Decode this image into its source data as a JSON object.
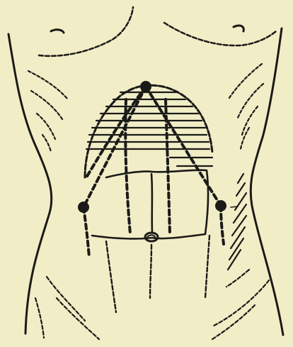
{
  "figure": {
    "background_color": "#f1edc6",
    "ink_color": "#1a1a18",
    "subject": "anterior-abdomen-line-drawing",
    "markers": [
      {
        "name": "xiphoid-point"
      },
      {
        "name": "right-lateral-point"
      },
      {
        "name": "left-lateral-point"
      },
      {
        "name": "umbilicus"
      }
    ]
  }
}
